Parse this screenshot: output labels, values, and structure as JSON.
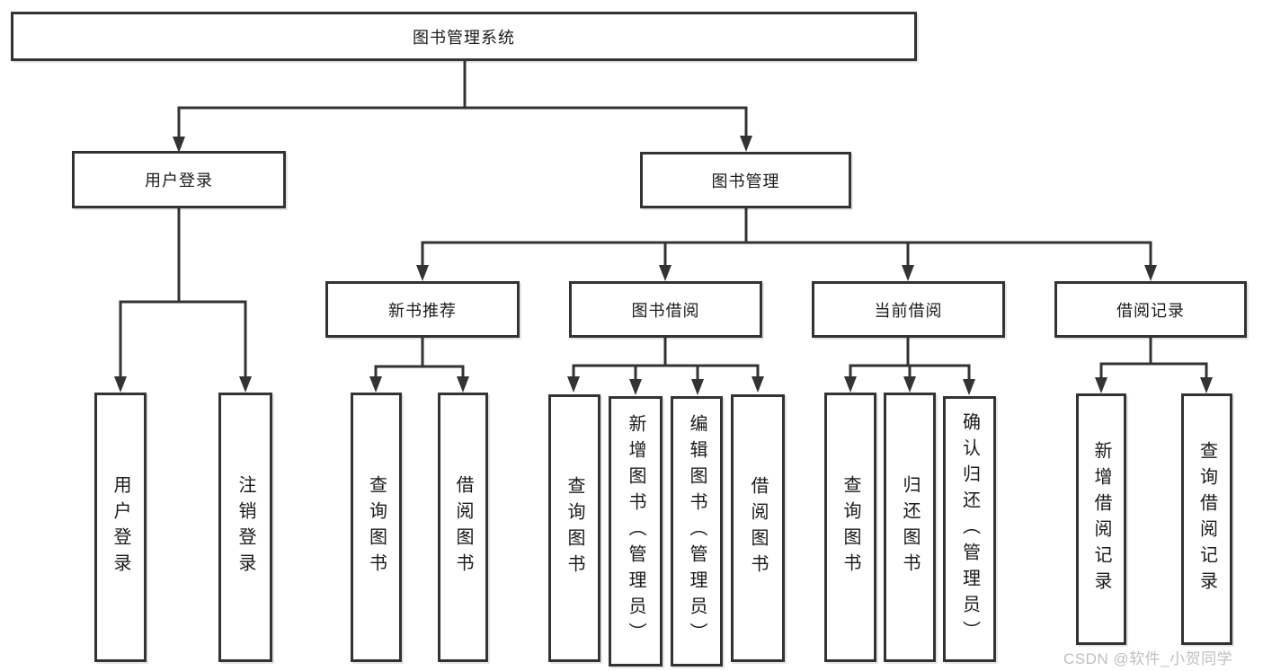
{
  "diagram": {
    "title": "图书管理系统",
    "type": "hierarchy-tree",
    "colors": {
      "line": "#333333",
      "text": "#1a1a1a",
      "background": "#ffffff",
      "watermark_text": "#bfbfbf"
    }
  },
  "nodes": {
    "root": {
      "label": "图书管理系统"
    },
    "userLogin": {
      "label": "用户登录"
    },
    "bookMgmt": {
      "label": "图书管理"
    },
    "newBook": {
      "label": "新书推荐"
    },
    "bookBorrow": {
      "label": "图书借阅"
    },
    "currentBorrow": {
      "label": "当前借阅"
    },
    "borrowRecord": {
      "label": "借阅记录"
    },
    "leafUserLogin": {
      "label": "用户登录"
    },
    "leafLogout": {
      "label": "注销登录"
    },
    "leafNbQuery": {
      "label": "查询图书"
    },
    "leafNbBorrow": {
      "label": "借阅图书"
    },
    "leafBbQuery": {
      "label": "查询图书"
    },
    "leafBbAdd": {
      "label": "新增图书（管理员）"
    },
    "leafBbEdit": {
      "label": "编辑图书（管理员）"
    },
    "leafBbBorrow": {
      "label": "借阅图书"
    },
    "leafCbQuery": {
      "label": "查询图书"
    },
    "leafCbReturn": {
      "label": "归还图书"
    },
    "leafCbConfirm": {
      "label": "确认归还（管理员）"
    },
    "leafBrAdd": {
      "label": "新增借阅记录"
    },
    "leafBrQuery": {
      "label": "查询借阅记录"
    }
  },
  "watermark": {
    "text": "CSDN @软件_小贺同学"
  }
}
